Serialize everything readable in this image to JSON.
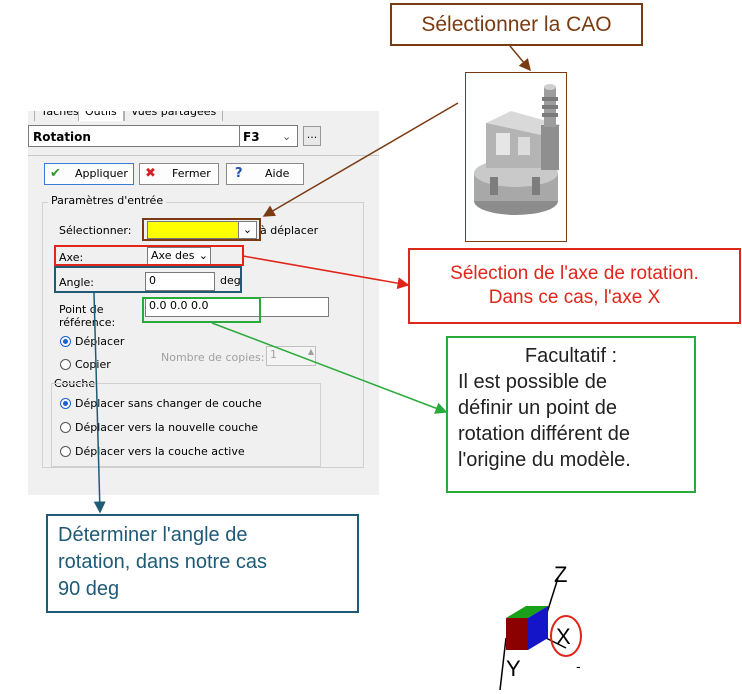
{
  "dialog": {
    "tabs": [
      "Tâches",
      "Outils",
      "Vues partagées"
    ],
    "command_name": "Rotation",
    "shortcut": "F3",
    "more_label": "...",
    "buttons": {
      "apply": "Appliquer",
      "close": "Fermer",
      "help": "Aide"
    },
    "params_group_label": "Paramètres d'entrée",
    "select_label": "Sélectionner:",
    "select_hint": "à déplacer",
    "axis_label": "Axe:",
    "axis_value": "Axe des",
    "angle_label": "Angle:",
    "angle_value": "0",
    "angle_unit": "deg",
    "ref_point_label_1": "Point de",
    "ref_point_label_2": "référence:",
    "ref_point_value": "0.0 0.0 0.0",
    "move_option": "Déplacer",
    "copy_option": "Copier",
    "copies_label": "Nombre de copies:",
    "copies_value": "1",
    "layer_group_label": "Couche",
    "layer_options": [
      "Déplacer sans changer de couche",
      "Déplacer vers la nouvelle couche",
      "Déplacer vers la couche active"
    ],
    "colors": {
      "select_field": "#ffff00",
      "apply_border": "#3a7bd5",
      "radio_on": "#1a5fd0"
    }
  },
  "annotations": {
    "cao": "Sélectionner la CAO",
    "axis_line_1": "Sélection de l'axe de rotation.",
    "axis_line_2": "Dans ce cas, l'axe X",
    "point_title": "Facultatif :",
    "point_lines": [
      "Il est possible de",
      "définir un point de",
      "rotation différent de",
      "l'origine du modèle."
    ],
    "angle_lines": [
      "Déterminer l'angle de",
      "rotation, dans notre cas",
      "90 deg"
    ],
    "colors": {
      "cao": "#7a3b13",
      "axis": "#e0251b",
      "point": "#2aaa3a",
      "angle": "#1f5a77"
    }
  },
  "triad": {
    "z_label": "Z",
    "x_label": "X",
    "y_label": "Y",
    "dash": "-"
  }
}
